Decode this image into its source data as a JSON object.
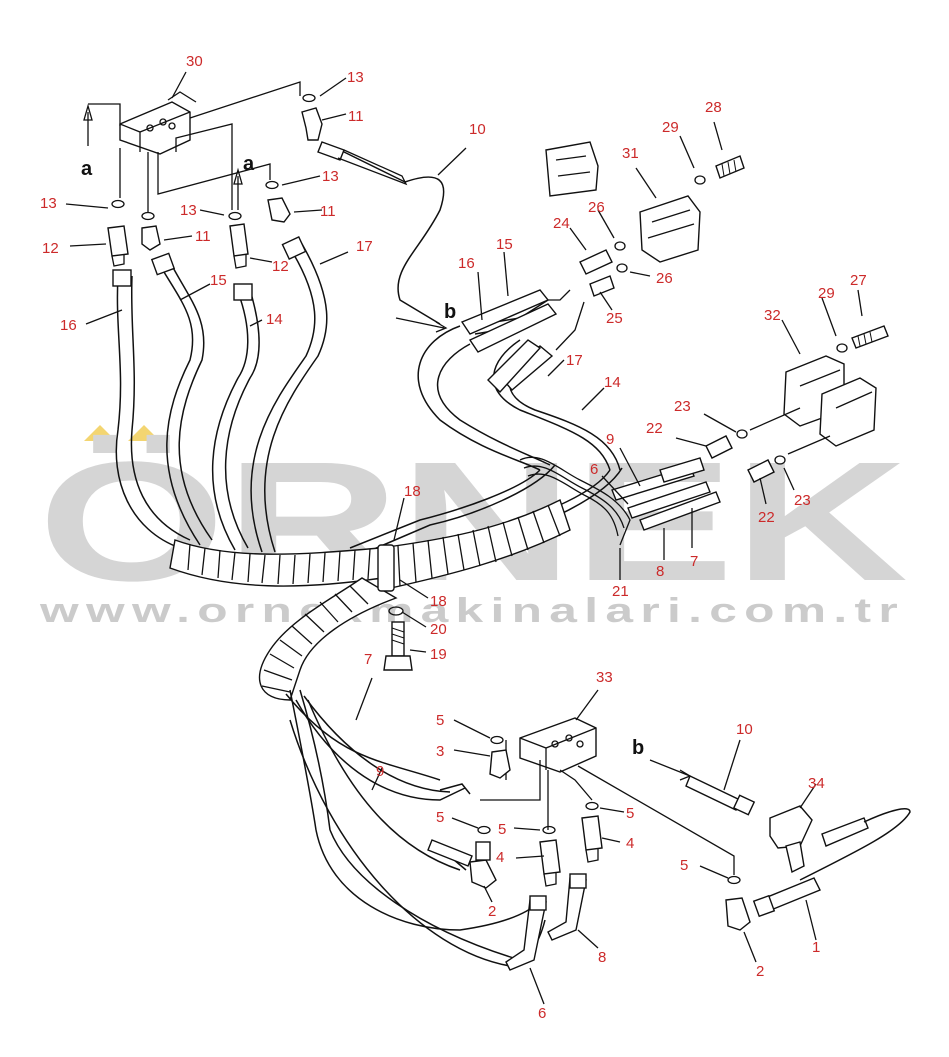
{
  "watermark": {
    "brand": "ÖRNEK",
    "url": "www.ornekmakinalari.com.tr",
    "color": "#d3d3d3"
  },
  "view_letters": [
    "a",
    "a",
    "b",
    "b"
  ],
  "callout_color": "#cc2a2a",
  "callouts": [
    "30",
    "13",
    "11",
    "10",
    "13",
    "13",
    "13",
    "11",
    "11",
    "12",
    "12",
    "17",
    "15",
    "16",
    "15",
    "14",
    "16",
    "24",
    "26",
    "26",
    "31",
    "29",
    "28",
    "25",
    "32",
    "29",
    "27",
    "17",
    "14",
    "23",
    "22",
    "9",
    "6",
    "23",
    "22",
    "18",
    "21",
    "8",
    "7",
    "18",
    "20",
    "19",
    "7",
    "33",
    "5",
    "3",
    "5",
    "5",
    "5",
    "4",
    "4",
    "9",
    "2",
    "10",
    "34",
    "5",
    "2",
    "1",
    "8",
    "6"
  ]
}
